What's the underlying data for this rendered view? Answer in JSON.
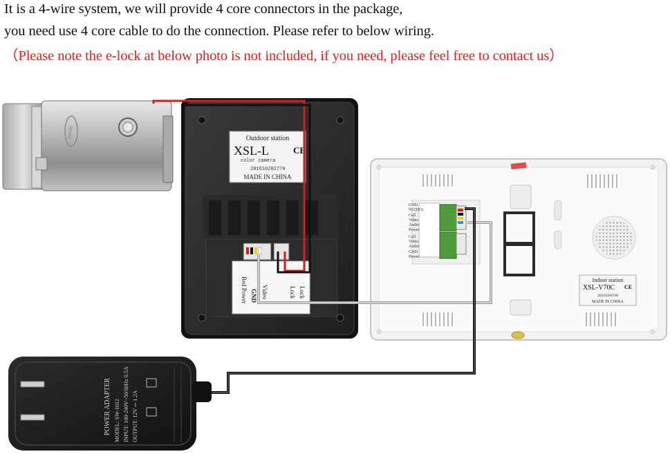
{
  "notes": {
    "line1": "It is a 4-wire system, we will provide 4 core connectors in the package,",
    "line2": "you need use 4 core cable to do the connection. Please refer to below wiring.",
    "line3": "（Please note the e-lock at below photo is not included, if you need, please feel free to contact us）"
  },
  "outdoor_station": {
    "label_title": "Outdoor station",
    "model": "XSL-L",
    "ce": "CE",
    "subtitle": "color camera",
    "serial": "2016102627?9",
    "made_in": "MADE IN CHINA",
    "terminals": [
      "Red Power",
      "GND",
      "Video",
      "Lock",
      "Lock"
    ]
  },
  "indoor_station": {
    "label_title": "Indoor station",
    "model": "XSL-V70C",
    "ce": "CE",
    "serial": "2016104238",
    "made_in": "MADE IN CHINA",
    "terminals": [
      "GND",
      "NC(DO)",
      "Call",
      "Video",
      "Audio",
      "Power",
      "Call",
      "Video",
      "Audio",
      "GND",
      "Power"
    ]
  },
  "adapter": {
    "label": "POWER ADAPTER",
    "model": "MODEL: SW-1012",
    "input": "INPUT: 100-240V~50/60Hz 0.5A",
    "output": "OUTPUT: 12V ⎓ 1.2A"
  },
  "colors": {
    "wire_red": "#d61b1b",
    "wire_black": "#111111",
    "wire_gray": "#9a9a9a",
    "note_red": "#e0201e"
  }
}
